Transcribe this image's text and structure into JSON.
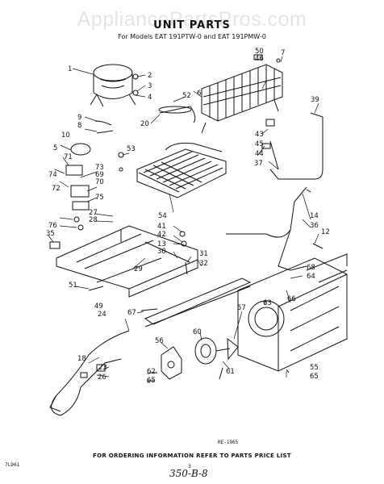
{
  "watermark": "AppliancePartsPros.com",
  "title": "UNIT PARTS",
  "subtitle": "For Models EAT 191PTW-0 and EAT 191PMW-0",
  "footer": "FOR ORDERING INFORMATION REFER TO PARTS PRICE LIST",
  "drawing_code": "RE-1965",
  "page_number": "3",
  "left_code": "7L961",
  "handwritten": "350-B-8",
  "callouts": [
    "1",
    "2",
    "3",
    "4",
    "5",
    "6",
    "7",
    "8",
    "9",
    "10",
    "12",
    "13",
    "14",
    "18",
    "20",
    "23",
    "24",
    "26",
    "27",
    "28",
    "29",
    "30",
    "31",
    "32",
    "35",
    "36",
    "37",
    "39",
    "41",
    "42",
    "43",
    "44",
    "45",
    "46",
    "49",
    "50",
    "51",
    "52",
    "53",
    "54",
    "55",
    "56",
    "57",
    "60",
    "61",
    "62",
    "63",
    "64",
    "65",
    "65",
    "66",
    "67",
    "68",
    "69",
    "70",
    "71",
    "72",
    "73",
    "74",
    "75",
    "76"
  ]
}
